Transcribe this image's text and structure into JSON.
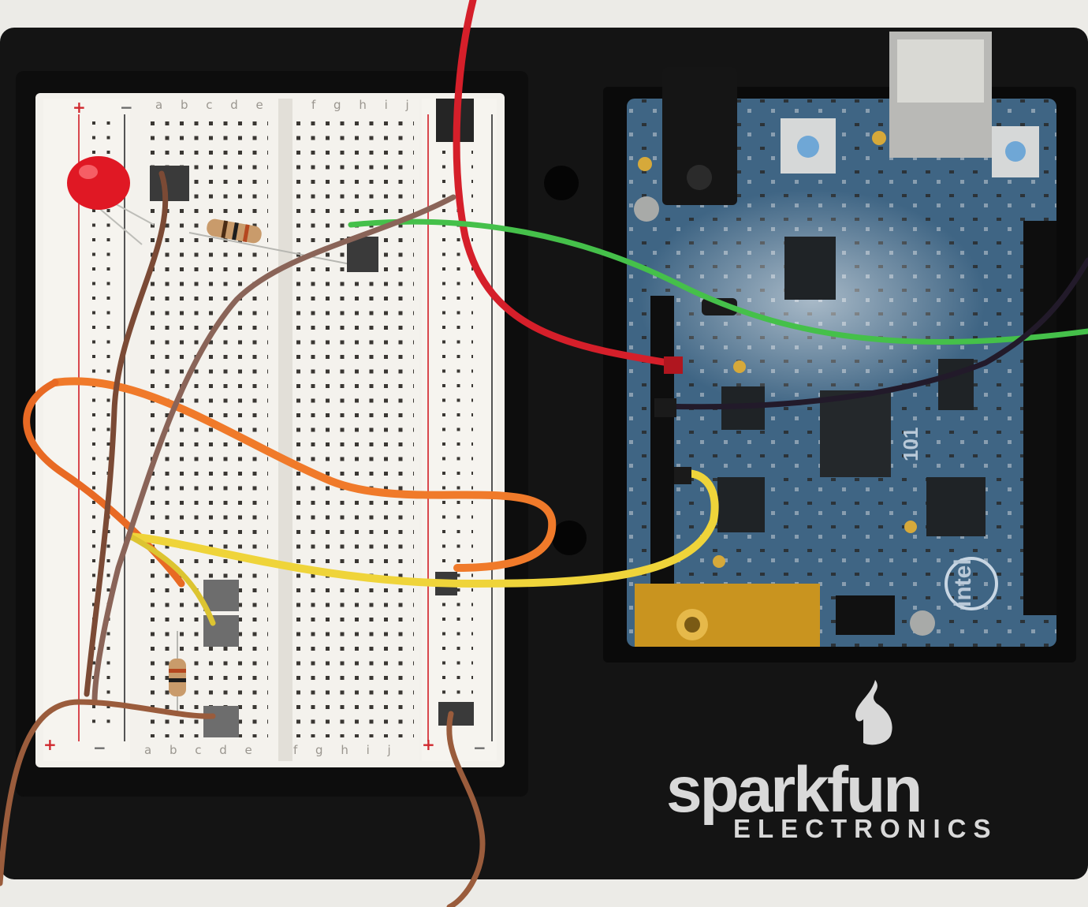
{
  "photo": {
    "brand_name": "sparkfun",
    "brand_tagline": "ELECTRONICS",
    "breadboard_left_columns": "a b c d e",
    "breadboard_right_columns": "f g h i j",
    "rail_plus": "+",
    "rail_minus": "−",
    "board_logo_text": "intel",
    "board_model_text": "101",
    "colors": {
      "platform": "#121212",
      "breadboard": "#f3f1ec",
      "board_pcb": "#3f6584",
      "wire_red": "#d51f2a",
      "wire_green": "#45c04a",
      "wire_orange": "#f07a2a",
      "wire_yellow": "#efd43a",
      "wire_brown": "#7b4a35",
      "led": "#e01824"
    }
  }
}
